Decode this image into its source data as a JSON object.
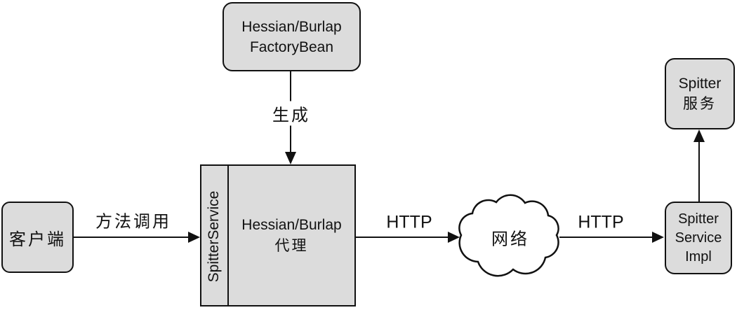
{
  "diagram": {
    "colors": {
      "background": "#ffffff",
      "box_fill": "#dcdcdc",
      "line": "#111111"
    },
    "boxes": {
      "factory_bean": {
        "line1": "Hessian/Burlap",
        "line2": "FactoryBean"
      },
      "proxy": {
        "interface_label": "SpitterService",
        "line1": "Hessian/Burlap",
        "line2": "代理"
      },
      "client": {
        "label": "客户端"
      },
      "service_impl": {
        "line1": "Spitter",
        "line2": "Service",
        "line3": "Impl"
      },
      "spitter_service": {
        "line1": "Spitter",
        "line2": "服务"
      }
    },
    "cloud": {
      "label": "网络"
    },
    "arrows": {
      "generate_label": "生成",
      "method_call_label": "方法调用",
      "http_left_label": "HTTP",
      "http_right_label": "HTTP"
    }
  }
}
